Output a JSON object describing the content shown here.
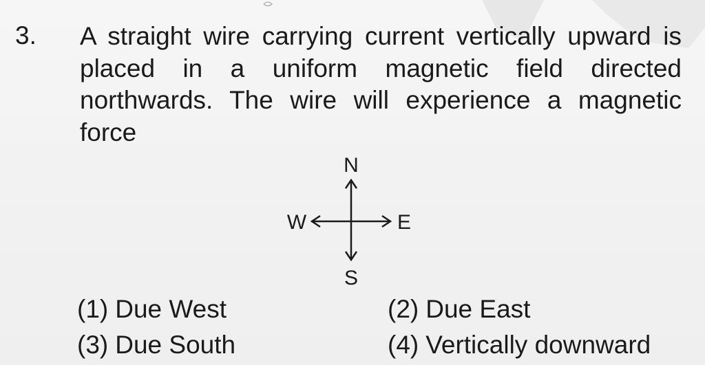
{
  "question": {
    "number": "3.",
    "text": "A straight wire carrying current vertically upward is placed in a uniform magnetic field directed northwards. The wire will experience a magnetic force"
  },
  "compass": {
    "north": "N",
    "south": "S",
    "east": "E",
    "west": "W"
  },
  "options": [
    {
      "number": "(1)",
      "text": "Due West"
    },
    {
      "number": "(2)",
      "text": "Due East"
    },
    {
      "number": "(3)",
      "text": "Due South"
    },
    {
      "number": "(4)",
      "text": "Vertically downward"
    }
  ],
  "colors": {
    "text": "#1a1a1a",
    "background": "#f2f2f2"
  }
}
